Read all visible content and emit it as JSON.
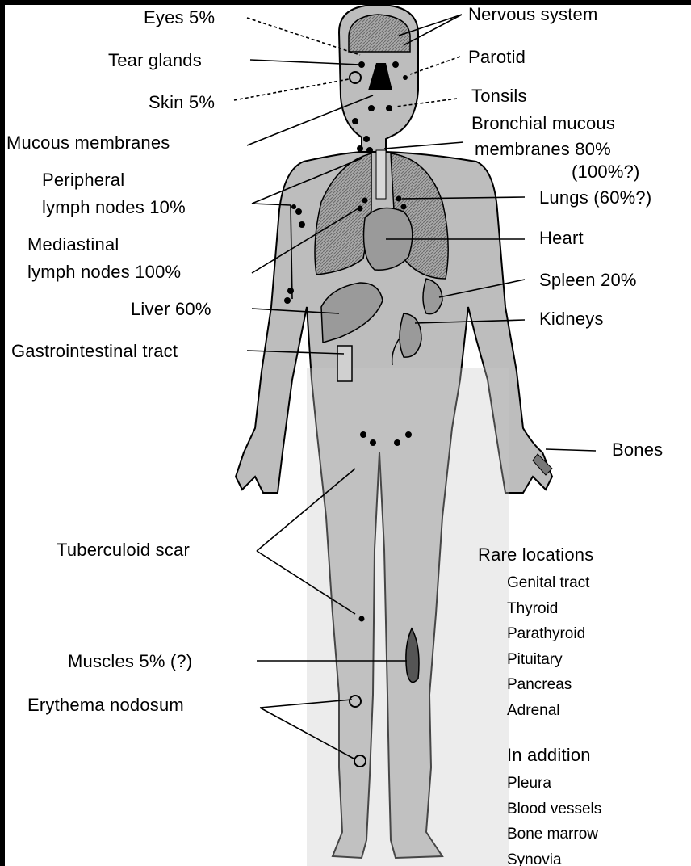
{
  "labels": {
    "eyes": "Eyes 5%",
    "tear_glands": "Tear glands",
    "skin": "Skin 5%",
    "mucous_membranes": "Mucous membranes",
    "peripheral_line1": "Peripheral",
    "peripheral_line2": "lymph nodes 10%",
    "mediastinal_line1": "Mediastinal",
    "mediastinal_line2": "lymph nodes 100%",
    "liver": "Liver 60%",
    "gastrointestinal": "Gastrointestinal tract",
    "tuberculoid_scar": "Tuberculoid scar",
    "muscles": "Muscles 5% (?)",
    "erythema": "Erythema nodosum",
    "nervous_system": "Nervous system",
    "parotid": "Parotid",
    "tonsils": "Tonsils",
    "bronchial_line1": "Bronchial mucous",
    "bronchial_line2": "membranes 80%",
    "bronchial_line3": "(100%?)",
    "lungs": "Lungs (60%?)",
    "heart": "Heart",
    "spleen": "Spleen 20%",
    "kidneys": "Kidneys",
    "bones": "Bones"
  },
  "rare_locations": {
    "heading": "Rare locations",
    "items": [
      "Genital tract",
      "Thyroid",
      "Parathyroid",
      "Pituitary",
      "Pancreas",
      "Adrenal"
    ]
  },
  "in_addition": {
    "heading": "In addition",
    "items": [
      "Pleura",
      "Blood vessels",
      "Bone marrow",
      "Synovia"
    ]
  },
  "colors": {
    "body_fill": "#bdbdbd",
    "organ_fill": "#9a9a9a",
    "line": "#000000"
  }
}
